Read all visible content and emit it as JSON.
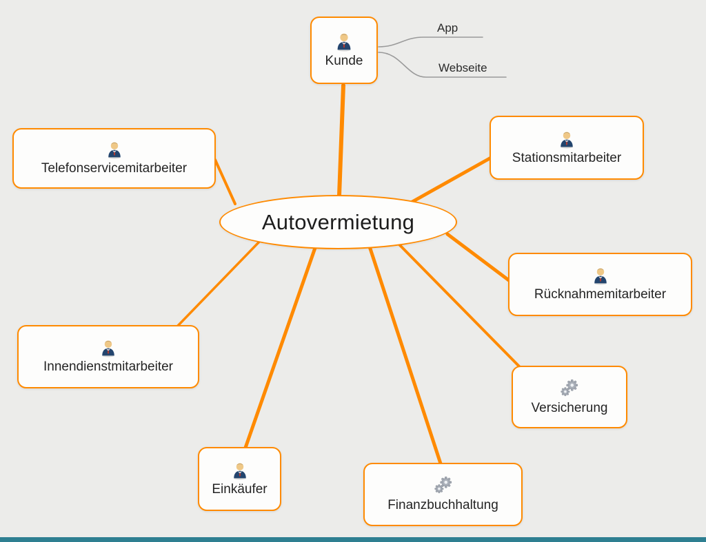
{
  "app": {
    "background_color": "#ECECEA",
    "accent_color": "#FF8A00",
    "child_connector_color": "#9A9A9A",
    "bottom_bar_color": "#2E7F91"
  },
  "center_node": {
    "label": "Autovermietung"
  },
  "nodes": [
    {
      "label": "Kunde",
      "icon": "person-icon"
    },
    {
      "label": "Telefonservicemitarbeiter",
      "icon": "person-icon"
    },
    {
      "label": "Stationsmitarbeiter",
      "icon": "person-icon"
    },
    {
      "label": "Rücknahmemitarbeiter",
      "icon": "person-icon"
    },
    {
      "label": "Versicherung",
      "icon": "gears-icon"
    },
    {
      "label": "Finanzbuchhaltung",
      "icon": "gears-icon"
    },
    {
      "label": "Einkäufer",
      "icon": "person-icon"
    },
    {
      "label": "Innendienstmitarbeiter",
      "icon": "person-icon"
    }
  ],
  "child_nodes": [
    {
      "label": "App"
    },
    {
      "label": "Webseite"
    }
  ]
}
